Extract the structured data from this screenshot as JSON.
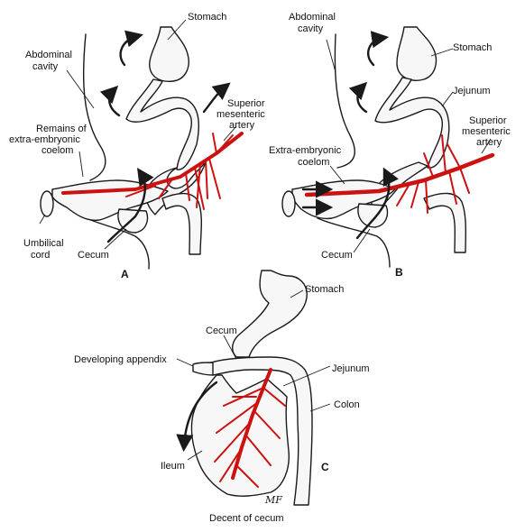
{
  "colors": {
    "artery": "#cc1111",
    "outline": "#1a1a1a",
    "tissue": "#f7f7f7"
  },
  "panelA": {
    "stomach": "Stomach",
    "abdominal_cavity": [
      "Abdominal",
      "cavity"
    ],
    "remains": [
      "Remains of",
      "extra-embryonic",
      "coelom"
    ],
    "sma": [
      "Superior",
      "mesenteric",
      "artery"
    ],
    "umbilical_cord": [
      "Umbilical",
      "cord"
    ],
    "cecum": "Cecum",
    "letter": "A"
  },
  "panelB": {
    "abdominal_cavity": [
      "Abdominal",
      "cavity"
    ],
    "stomach": "Stomach",
    "jejunum": "Jejunum",
    "sma": [
      "Superior",
      "mesenteric",
      "artery"
    ],
    "eec": [
      "Extra-embryonic",
      "coelom"
    ],
    "cecum": "Cecum",
    "letter": "B"
  },
  "panelC": {
    "stomach": "Stomach",
    "cecum": "Cecum",
    "appendix": "Developing appendix",
    "jejunum": "Jejunum",
    "colon": "Colon",
    "ileum": "Ileum",
    "letter": "C",
    "caption": "Decent of cecum",
    "signature": "MF"
  }
}
